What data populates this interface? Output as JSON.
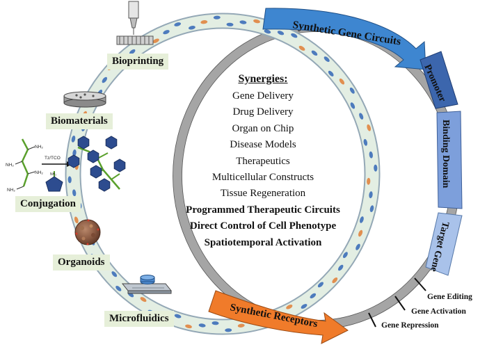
{
  "labels": {
    "bioprinting": "Bioprinting",
    "biomaterials": "Biomaterials",
    "conjugation": "Conjugation",
    "organoids": "Organoids",
    "microfluidics": "Microfluidics"
  },
  "conjugation_chem": {
    "nh2": "NH₂",
    "reaction": "Tz/TCO",
    "protein_tag": "NH₂"
  },
  "synergies": {
    "title": "Synergies:",
    "items": [
      {
        "text": "Gene Delivery",
        "bold": false
      },
      {
        "text": "Drug Delivery",
        "bold": false
      },
      {
        "text": "Organ on Chip",
        "bold": false
      },
      {
        "text": "Disease Models",
        "bold": false
      },
      {
        "text": "Therapeutics",
        "bold": false
      },
      {
        "text": "Multicellular Constructs",
        "bold": false
      },
      {
        "text": "Tissue Regeneration",
        "bold": false
      },
      {
        "text": "Programmed Therapeutic Circuits",
        "bold": true
      },
      {
        "text": "Direct Control of Cell Phenotype",
        "bold": true
      },
      {
        "text": "Spatiotemporal Activation",
        "bold": true
      }
    ]
  },
  "gene_circuit": {
    "arrow_label": "Synthetic Gene Circuits",
    "segments": [
      "Promoter",
      "Binding Domain",
      "Target Gene"
    ],
    "outputs": [
      "Gene Editing",
      "Gene Activation",
      "Gene Repression"
    ]
  },
  "receptors": {
    "arrow_label": "Synthetic Receptors"
  },
  "colors": {
    "tissue_ring_fill": "#e3eee3",
    "tissue_ring_edge": "#94a8b6",
    "grey_ring": "#a5a5a5",
    "blue_arrow": "#3e86d0",
    "promoter": "#3c66ad",
    "binding_domain": "#7d9fdb",
    "target_gene": "#a9c2ea",
    "orange_arrow": "#f07b2a",
    "label_bg": "#e6efd9",
    "hexagon": "#2d4c8f",
    "cell_blue": "#3266b6",
    "cell_orange": "#e07e36"
  }
}
